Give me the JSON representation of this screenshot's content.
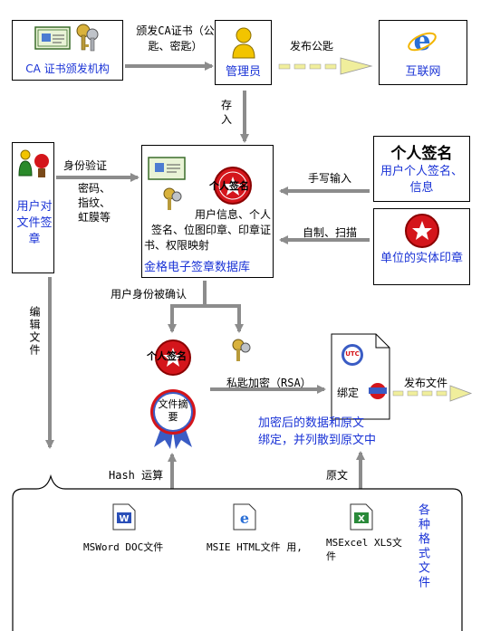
{
  "nodes": {
    "ca": {
      "label": "CA 证书颁发机构"
    },
    "admin": {
      "label": "管理员"
    },
    "internet": {
      "label": "互联网"
    },
    "user_box": {
      "label": "用户对文件签章"
    },
    "database": {
      "signature_stamp_text": "个人签名",
      "desc_lines": [
        "用户信息、个人",
        "签名、位图印章、印章证",
        "书、权限映射"
      ],
      "title": "金格电子签章数据库"
    },
    "personal_sig": {
      "heading": "个人签名",
      "label": "用户个人签名、信息"
    },
    "unit_seal": {
      "label": "单位的实体印章"
    },
    "bound_doc": {
      "label": "绑定",
      "badge": "UTC"
    },
    "digest": {
      "label": "文件摘要"
    },
    "small_stamp_text": "个人签名",
    "doc_word": {
      "label": "MSWord DOC文件"
    },
    "doc_html": {
      "label": "MSIE HTML文件 用,"
    },
    "doc_excel": {
      "label": "MSExcel XLS文件"
    }
  },
  "edges": {
    "issue_cert": "颁发CA证书（公匙、密匙）",
    "publish_key": "发布公匙",
    "store": "存入",
    "identity_verify": "身份验证",
    "verify_methods": [
      "密码、",
      "指纹、",
      "虹膜等"
    ],
    "handwrite": "手写输入",
    "self_make": "自制、扫描",
    "confirmed": "用户身份被确认",
    "edit_file": "编辑文件",
    "private_encrypt": "私匙加密（RSA）",
    "publish_file": "发布文件",
    "bind_note_1": "加密后的数据和原文",
    "bind_note_2": "绑定，并列散到原文中",
    "hash": "Hash 运算",
    "original": "原文",
    "formats": "各种格式文件"
  },
  "colors": {
    "blue_text": "#1a33d6",
    "arrow_gray": "#8c8c8c",
    "arrow_yellow": "#f0ee9c",
    "seal_red": "#d4151b"
  }
}
